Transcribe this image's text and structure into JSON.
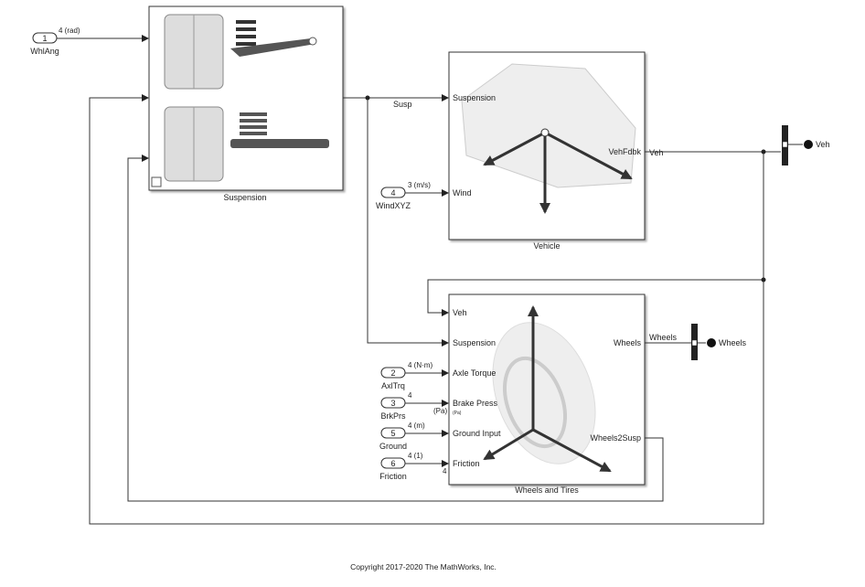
{
  "blocks": {
    "suspension": {
      "name": "Suspension"
    },
    "vehicle": {
      "name": "Vehicle",
      "inputs": [
        "Suspension",
        "Wind"
      ],
      "outputs": [
        "VehFdbk"
      ]
    },
    "wheels": {
      "name": "Wheels and Tires",
      "inputs": [
        "Veh",
        "Suspension",
        "Axle Torque",
        "Brake Press",
        "Ground Input",
        "Friction"
      ],
      "brake_unit": "(Pa)",
      "outputs": [
        "Wheels",
        "Wheels2Susp"
      ]
    }
  },
  "inports": [
    {
      "number": "1",
      "name": "WhlAng",
      "signal": "4 (rad)"
    },
    {
      "number": "4",
      "name": "WindXYZ",
      "signal": "3 (m/s)"
    },
    {
      "number": "2",
      "name": "AxlTrq",
      "signal": "4 (N·m)"
    },
    {
      "number": "3",
      "name": "BrkPrs",
      "signal": "4",
      "unit": "(Pa)"
    },
    {
      "number": "5",
      "name": "Ground",
      "signal": "4 (m)"
    },
    {
      "number": "6",
      "name": "Friction",
      "signal": "4 (1)",
      "dim": "4"
    }
  ],
  "outports": [
    {
      "name": "Veh"
    },
    {
      "name": "Wheels"
    }
  ],
  "signals": {
    "susp": "Susp",
    "veh": "Veh",
    "wheels": "Wheels"
  },
  "footer": {
    "copyright": "Copyright 2017-2020 The MathWorks, Inc."
  }
}
